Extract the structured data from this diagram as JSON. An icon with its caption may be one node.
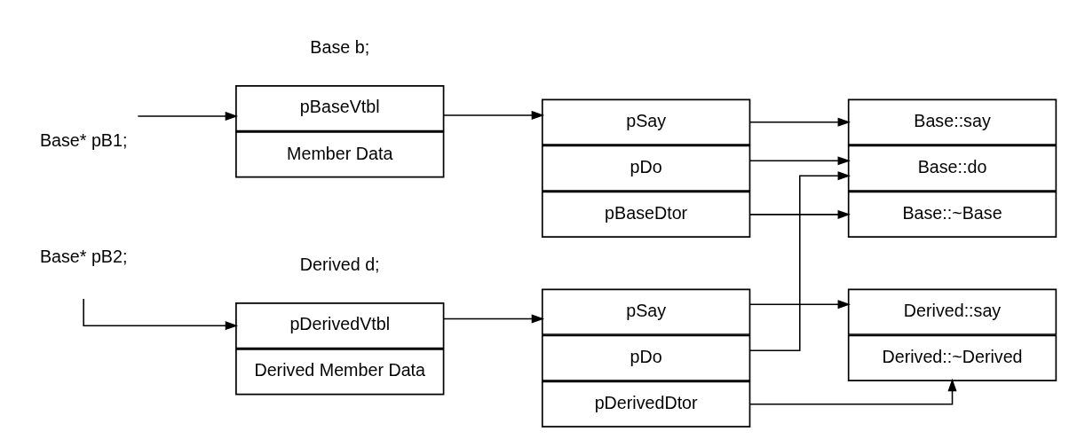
{
  "diagram": {
    "nodes": [
      {
        "text": [
          "Base* pB1;"
        ]
      },
      {
        "text": [
          "pBaseVtbl"
        ]
      },
      {
        "text": [
          "Member Data"
        ]
      },
      {
        "text": [
          "pSay"
        ]
      },
      {
        "text": [
          "pDo"
        ]
      },
      {
        "text": [
          "pBaseDtor"
        ]
      },
      {
        "text": [
          "Base::say"
        ]
      },
      {
        "text": [
          "Base::do"
        ]
      },
      {
        "text": [
          "Base::~Base"
        ]
      },
      {
        "text": [
          "Base* pB2;"
        ]
      },
      {
        "text": [
          "pDerivedVtbl"
        ]
      },
      {
        "text": [
          "Derived Member Data"
        ]
      },
      {
        "text": [
          "pSay"
        ]
      },
      {
        "text": [
          "pDo"
        ]
      },
      {
        "text": [
          "pDerivedDtor"
        ]
      },
      {
        "text": [
          "Derived::say"
        ]
      },
      {
        "text": [
          "Derived::~Derived"
        ]
      }
    ],
    "edges": [
      {
        "from": 0,
        "to": 1,
        "arrow": "to"
      },
      {
        "from": 1,
        "to": 3,
        "arrow": "to"
      },
      {
        "from": 3,
        "to": 6,
        "arrow": "to"
      },
      {
        "from": 4,
        "to": 7,
        "arrow": "to"
      },
      {
        "from": 5,
        "to": 8,
        "arrow": "to"
      },
      {
        "from": 9,
        "to": 10,
        "arrow": "to"
      },
      {
        "from": 10,
        "to": 12,
        "arrow": "to"
      },
      {
        "from": 12,
        "to": 15,
        "arrow": "to"
      },
      {
        "from": 13,
        "to": 7,
        "arrow": "to"
      },
      {
        "from": 14,
        "to": 16,
        "arrow": "to"
      }
    ],
    "labels": [
      "Base b;",
      "Derived d;"
    ]
  }
}
